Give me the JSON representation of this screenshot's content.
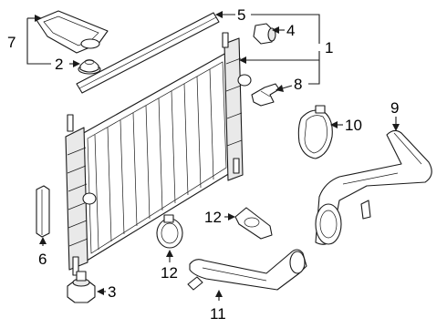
{
  "callouts": {
    "c1": "1",
    "c2": "2",
    "c3": "3",
    "c4": "4",
    "c5": "5",
    "c6": "6",
    "c7": "7",
    "c8": "8",
    "c9": "9",
    "c10": "10",
    "c11": "11",
    "c12a": "12",
    "c12b": "12"
  }
}
